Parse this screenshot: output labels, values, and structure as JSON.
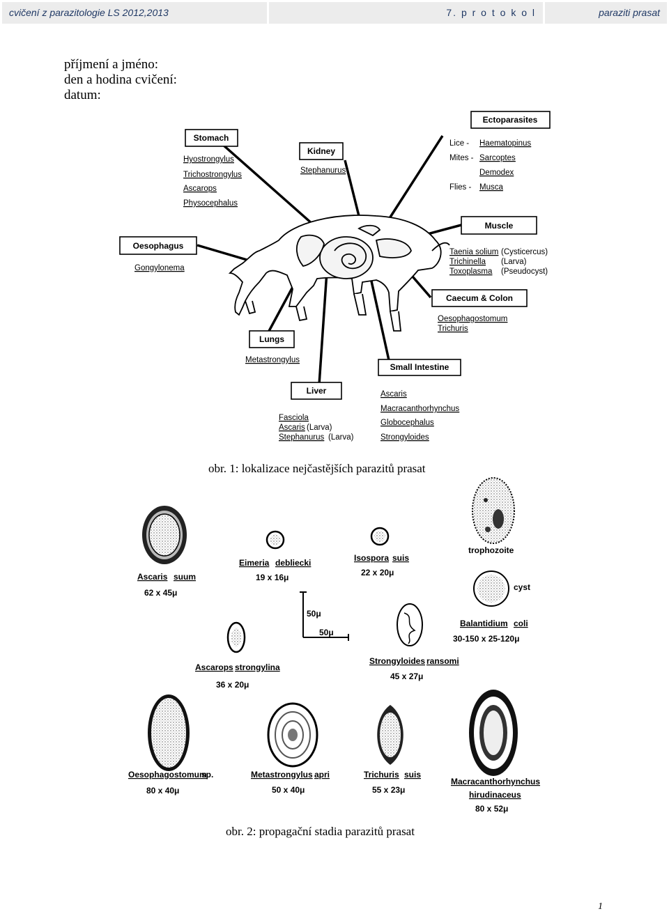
{
  "header": {
    "left": "cvičení z parazitologie LS 2012,2013",
    "center": "7. p r o t o k o l",
    "right": "paraziti prasat"
  },
  "form": {
    "name_label": "příjmení a jméno:",
    "class_label": "den a hodina cvičení:",
    "date_label": "datum:"
  },
  "figure1": {
    "caption": "obr. 1: lokalizace nejčastějších parazitů prasat",
    "organs": {
      "stomach": {
        "title": "Stomach",
        "parasites": [
          "Hyostrongylus",
          "Trichostrongylus",
          "Ascarops",
          "Physocephalus"
        ]
      },
      "kidney": {
        "title": "Kidney",
        "parasites": [
          "Stephanurus"
        ]
      },
      "ecto": {
        "title": "Ectoparasites",
        "rows": [
          {
            "group": "Lice  -",
            "parasite": "Haematopinus"
          },
          {
            "group": "Mites  -",
            "parasite": "Sarcoptes"
          },
          {
            "group": "",
            "parasite": "Demodex"
          },
          {
            "group": "Flies  -",
            "parasite": "Musca"
          }
        ]
      },
      "oesophagus": {
        "title": "Oesophagus",
        "parasites": [
          "Gongylonema"
        ]
      },
      "muscle": {
        "title": "Muscle",
        "rows": [
          {
            "parasite": "Taenia  solium",
            "stage": "(Cysticercus)"
          },
          {
            "parasite": "Trichinella",
            "stage": "(Larva)"
          },
          {
            "parasite": "Toxoplasma",
            "stage": "(Pseudocyst)"
          }
        ]
      },
      "caecum": {
        "title": "Caecum  &  Colon",
        "parasites": [
          "Oesophagostomum",
          "Trichuris"
        ]
      },
      "lungs": {
        "title": "Lungs",
        "parasites": [
          "Metastrongylus"
        ]
      },
      "small_intestine": {
        "title": "Small  Intestine",
        "parasites": [
          "Ascaris",
          "Macracanthorhynchus",
          "Globocephalus",
          "Strongyloides"
        ]
      },
      "liver": {
        "title": "Liver",
        "rows": [
          {
            "parasite": "Fasciola",
            "stage": ""
          },
          {
            "parasite": "Ascaris",
            "stage": "(Larva)"
          },
          {
            "parasite": "Stephanurus",
            "stage": "(Larva)"
          }
        ]
      }
    }
  },
  "figure2": {
    "caption": "obr. 2: propagační stadia parazitů prasat",
    "eggs": {
      "ascaris": {
        "genus": "Ascaris",
        "species": "suum",
        "size": "62 x 45μ"
      },
      "eimeria": {
        "genus": "Eimeria",
        "species": "debliecki",
        "size": "19 x 16μ"
      },
      "isospora": {
        "genus": "Isospora",
        "species": "suis",
        "size": "22 x 20μ"
      },
      "balantidium": {
        "trophozoite": "trophozoite",
        "cyst": "cyst",
        "genus": "Balantidium",
        "species": "coli",
        "size": "30-150 x 25-120μ"
      },
      "ascarops": {
        "genus": "Ascarops",
        "species": "strongylina",
        "size": "36 x 20μ"
      },
      "strongyloides": {
        "genus": "Strongyloides",
        "species": "ransomi",
        "size": "45 x 27μ"
      },
      "oesophagostomum": {
        "genus": "Oesophagostomum",
        "species": "sp.",
        "size": "80 x 40μ"
      },
      "metastrongylus": {
        "genus": "Metastrongylus",
        "species": "apri",
        "size": "50 x 40μ"
      },
      "trichuris": {
        "genus": "Trichuris",
        "species": "suis",
        "size": "55 x 23μ"
      },
      "macracanthorhynchus": {
        "genus": "Macracanthorhynchus",
        "species": "hirudinaceus",
        "size": "80 x 52μ"
      }
    },
    "scale": {
      "vertical": "50μ",
      "horizontal": "50μ"
    }
  },
  "page_number": "1"
}
